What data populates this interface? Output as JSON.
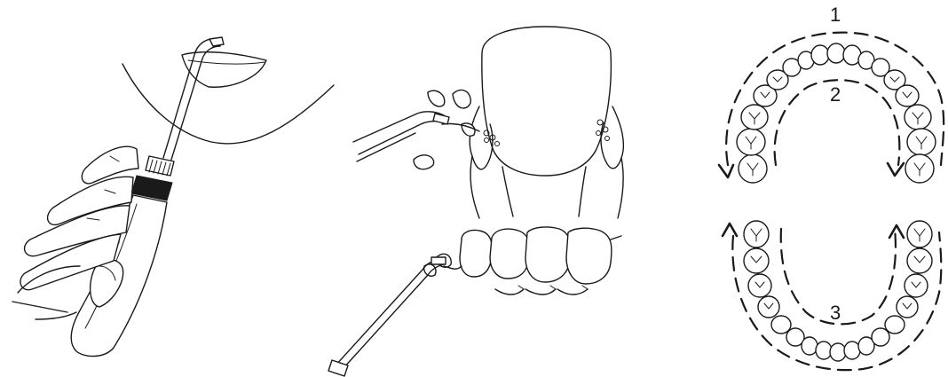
{
  "steps": {
    "step1": "1",
    "step2": "2",
    "step3": "3"
  },
  "colors": {
    "line": "#1a1a1a",
    "background": "#ffffff",
    "device_band": "#1a1a1a"
  },
  "icons": {
    "panel1": "hand-holding-irrigator-icon",
    "panel2_top": "tooth-cross-section-icon",
    "panel2_bottom": "tooth-row-side-view-icon",
    "panel3": "dental-arch-path-icon"
  }
}
